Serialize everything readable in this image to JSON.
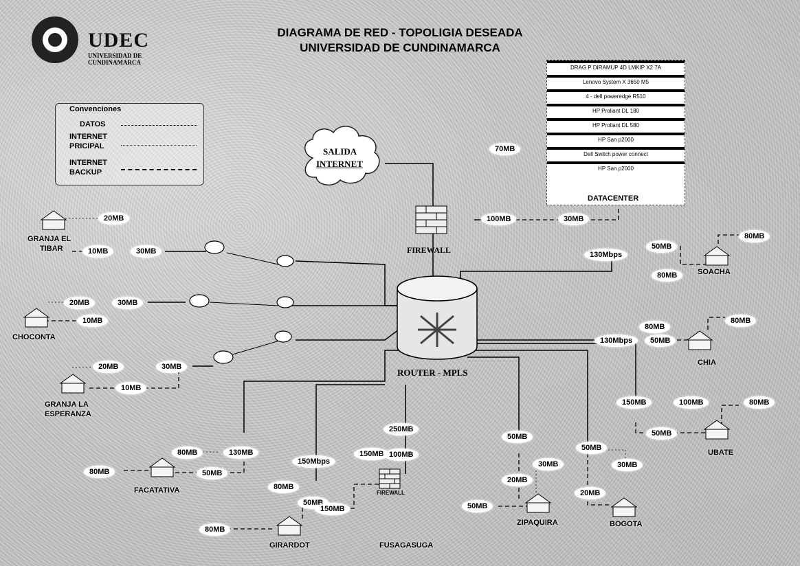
{
  "header": {
    "title_line1": "DIAGRAMA DE RED - TOPOLIGIA DESEADA",
    "title_line2": "UNIVERSIDAD DE CUNDINAMARCA"
  },
  "logo": {
    "brand": "UDEC",
    "sub1": "UNIVERSIDAD DE",
    "sub2": "CUNDINAMARCA"
  },
  "legend": {
    "heading": "Convenciones",
    "datos": "DATOS",
    "internet_principal": "INTERNET\nPRICIPAL",
    "internet_principal_1": "INTERNET",
    "internet_principal_2": "PRICIPAL",
    "internet_backup_1": "INTERNET",
    "internet_backup_2": "BACKUP"
  },
  "cloud": {
    "line1": "SALIDA",
    "line2": "INTERNET"
  },
  "datacenter": {
    "label": "DATACENTER",
    "items": [
      "DRAG P DIRAMUP 4D LMKIP X2 7A",
      "Lenovo System X 3650 M5",
      "4 - dell poweredge R510",
      "HP Proliant DL 180",
      "HP Proliant DL 580",
      "HP San p2000",
      "Dell Switch power connect",
      "HP San p2000"
    ]
  },
  "nodes": {
    "firewall": "FIREWALL",
    "router": "ROUTER - MPLS",
    "firewall_small": "FIREWALL"
  },
  "sites": {
    "granja_tibar_1": "GRANJA EL",
    "granja_tibar_2": "TIBAR",
    "choconta": "CHOCONTA",
    "granja_esperanza_1": "GRANJA LA",
    "granja_esperanza_2": "ESPERANZA",
    "facatativa": "FACATATIVA",
    "girardot": "GIRARDOT",
    "fusagasuga": "FUSAGASUGA",
    "zipaquira": "ZIPAQUIRA",
    "bogota": "BOGOTA",
    "ubate": "UBATE",
    "chia": "CHIA",
    "soacha": "SOACHA"
  },
  "links": {
    "dc_70": "70MB",
    "fw_100": "100MB",
    "fw_30": "30MB",
    "tibar_20": "20MB",
    "tibar_10": "10MB",
    "tibar_30": "30MB",
    "choc_20": "20MB",
    "choc_30": "30MB",
    "choc_10": "10MB",
    "esp_20": "20MB",
    "esp_30": "30MB",
    "esp_10": "10MB",
    "soacha_130": "130Mbps",
    "soacha_50": "50MB",
    "soacha_80a": "80MB",
    "soacha_80b": "80MB",
    "chia_80a": "80MB",
    "chia_130": "130Mbps",
    "chia_50": "50MB",
    "chia_80b": "80MB",
    "ubate_150": "150MB",
    "ubate_100": "100MB",
    "ubate_80": "80MB",
    "ubate_50": "50MB",
    "faca_80a": "80MB",
    "faca_130": "130MB",
    "faca_80b": "80MB",
    "faca_50": "50MB",
    "gir_150": "150Mbps",
    "gir_80a": "80MB",
    "gir_50": "50MB",
    "gir_80b": "80MB",
    "fus_250": "250MB",
    "fus_150a": "150MB",
    "fus_100": "100MB",
    "fus_150b": "150MB",
    "zip_50a": "50MB",
    "zip_30": "30MB",
    "zip_20": "20MB",
    "zip_50b": "50MB",
    "bog_50": "50MB",
    "bog_30": "30MB",
    "bog_20": "20MB"
  },
  "colors": {
    "background": "#c8c8c8",
    "line": "#000000",
    "bubble": "#ffffff"
  }
}
